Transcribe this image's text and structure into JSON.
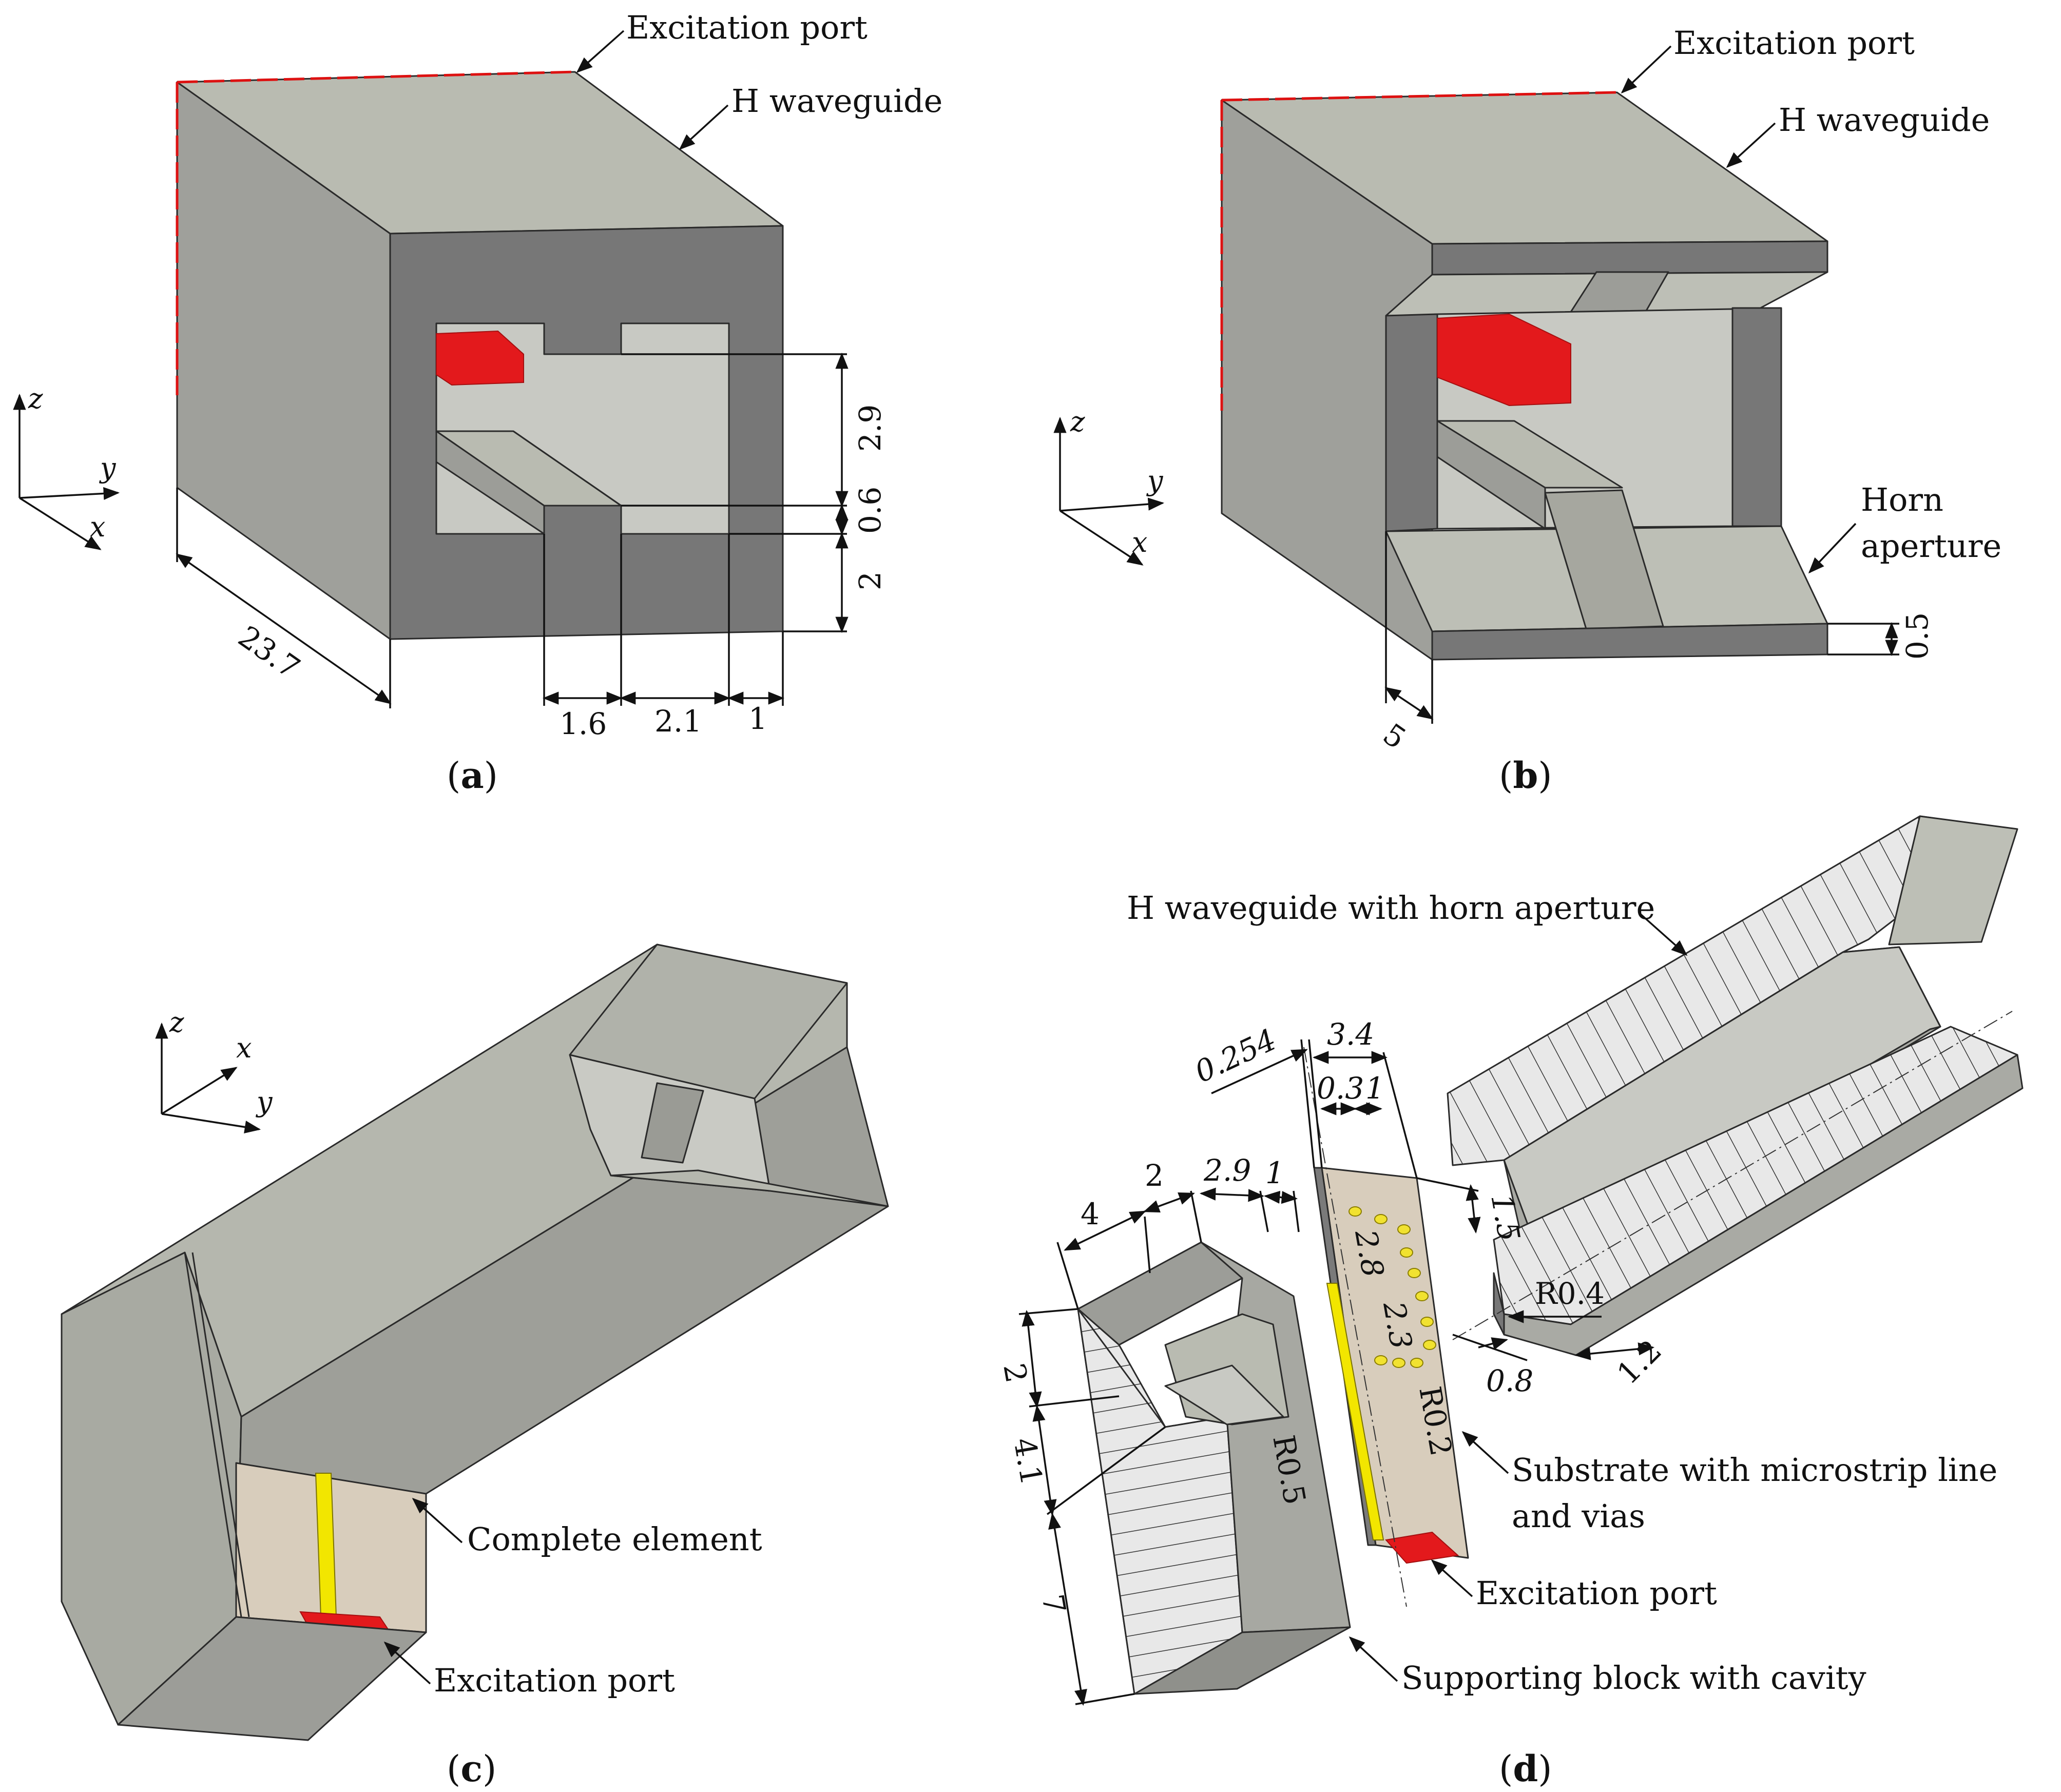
{
  "panels": {
    "a": {
      "caption_letter": "a",
      "labels": {
        "excitation_port": "Excitation port",
        "h_waveguide": "H waveguide"
      },
      "dims": {
        "d29": "2.9",
        "d06": "0.6",
        "d2": "2",
        "d237": "23.7",
        "d16": "1.6",
        "d21": "2.1",
        "d1": "1"
      },
      "axes": {
        "z": "z",
        "y": "y",
        "x": "x"
      }
    },
    "b": {
      "caption_letter": "b",
      "labels": {
        "excitation_port": "Excitation port",
        "h_waveguide": "H waveguide",
        "horn_l1": "Horn",
        "horn_l2": "aperture"
      },
      "dims": {
        "d05": "0.5",
        "d5": "5"
      },
      "axes": {
        "z": "z",
        "y": "y",
        "x": "x"
      }
    },
    "c": {
      "caption_letter": "c",
      "labels": {
        "complete_element": "Complete element",
        "excitation_port": "Excitation port"
      },
      "axes": {
        "z": "z",
        "x": "x",
        "y": "y"
      }
    },
    "d": {
      "caption_letter": "d",
      "labels": {
        "h_waveguide_horn": "H waveguide with horn aperture",
        "substrate_l1": "Substrate with microstrip line",
        "substrate_l2": "and vias",
        "excitation_port": "Excitation port",
        "supporting_block": "Supporting block with cavity"
      },
      "dims": {
        "d0254": "0.254",
        "d34": "3.4",
        "d03": "0.3",
        "d1": "1",
        "d15": "1.5",
        "d28": "2.8",
        "d23": "2.3",
        "dR02": "R0.2",
        "dR04": "R0.4",
        "d08": "0.8",
        "d12": "1.2",
        "d4": "4",
        "d2top": "2",
        "d29": "2.9",
        "d1top": "1",
        "d2side": "2",
        "d41": "4.1",
        "d7": "7",
        "dR05": "R0.5"
      }
    }
  },
  "colors": {
    "port_red": "#e3191c",
    "strip_yellow": "#f2e600",
    "face_light": "#b9bbb2",
    "face_side": "#9c9d98",
    "face_dark": "#777777",
    "substrate": "#d9cebd",
    "via_yellow": "#f1e230",
    "hatch_bg": "#e6e6e6"
  }
}
